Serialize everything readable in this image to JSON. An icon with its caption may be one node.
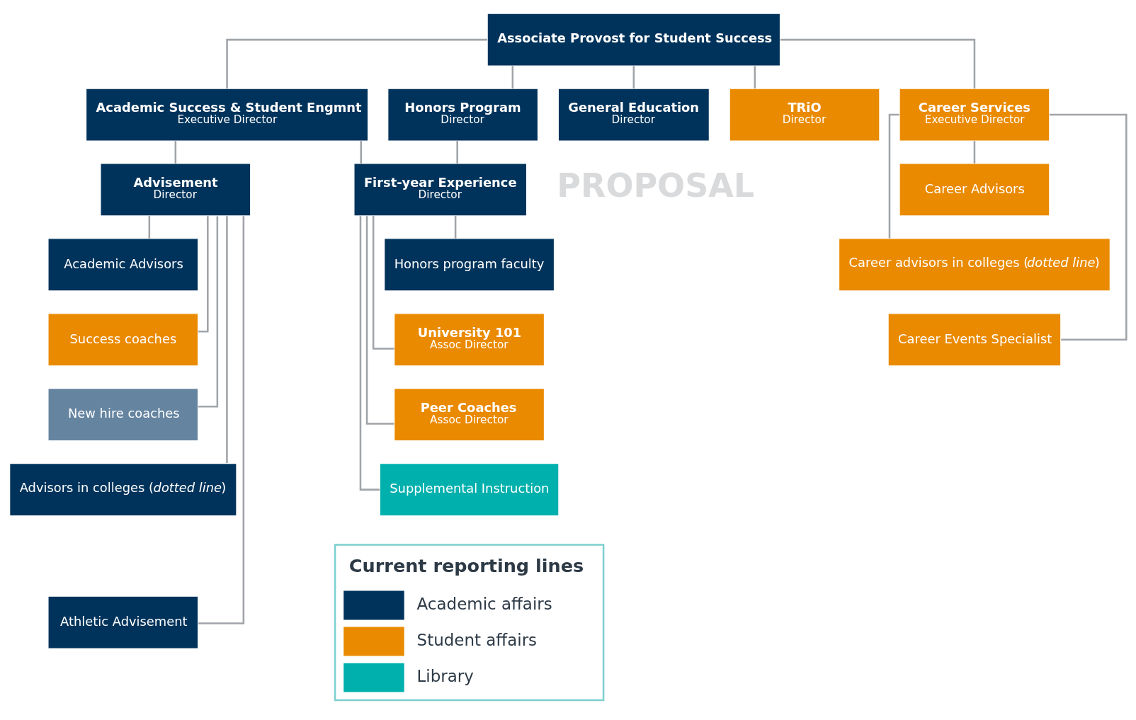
{
  "diagram": {
    "nodes": [
      {
        "text": [
          "Associate Provost for Student Success"
        ]
      },
      {
        "text": [
          "Academic Success & Student Engmnt",
          "Executive Director"
        ]
      },
      {
        "text": [
          "Honors Program",
          "Director"
        ]
      },
      {
        "text": [
          "General Education",
          "Director"
        ]
      },
      {
        "text": [
          "TRiO",
          "Director"
        ]
      },
      {
        "text": [
          "Career Services",
          "Executive Director"
        ]
      },
      {
        "text": [
          "Advisement",
          "Director"
        ]
      },
      {
        "text": [
          "First-year Experience",
          "Director"
        ]
      },
      {
        "text": [
          "Honors program faculty"
        ]
      },
      {
        "text": [
          "Academic Advisors"
        ]
      },
      {
        "text": [
          "Success coaches"
        ]
      },
      {
        "text": [
          "New hire coaches"
        ]
      },
      {
        "text": [
          "Advisors in colleges (*dotted line*)"
        ]
      },
      {
        "text": [
          "Athletic Advisement"
        ]
      },
      {
        "text": [
          "University 101",
          "Assoc Director"
        ]
      },
      {
        "text": [
          "Peer Coaches",
          "Assoc Director"
        ]
      },
      {
        "text": [
          "Supplemental Instruction"
        ]
      },
      {
        "text": [
          "Career Advisors"
        ]
      },
      {
        "text": [
          "Career advisors in colleges (*dotted line*)"
        ]
      },
      {
        "text": [
          "Career Events Specialist"
        ]
      }
    ],
    "edges": [
      {
        "from": 0,
        "to": 1,
        "arrow": "none"
      },
      {
        "from": 0,
        "to": 2,
        "arrow": "none"
      },
      {
        "from": 0,
        "to": 3,
        "arrow": "none"
      },
      {
        "from": 0,
        "to": 4,
        "arrow": "none"
      },
      {
        "from": 0,
        "to": 5,
        "arrow": "none"
      },
      {
        "from": 1,
        "to": 6,
        "arrow": "none"
      },
      {
        "from": 1,
        "to": 7,
        "arrow": "none"
      },
      {
        "from": 2,
        "to": 7,
        "arrow": "none"
      },
      {
        "from": 7,
        "to": 8,
        "arrow": "none"
      },
      {
        "from": 6,
        "to": 9,
        "arrow": "none"
      },
      {
        "from": 6,
        "to": 10,
        "arrow": "none"
      },
      {
        "from": 6,
        "to": 11,
        "arrow": "none"
      },
      {
        "from": 6,
        "to": 12,
        "arrow": "none"
      },
      {
        "from": 6,
        "to": 13,
        "arrow": "none"
      },
      {
        "from": 7,
        "to": 14,
        "arrow": "none"
      },
      {
        "from": 7,
        "to": 15,
        "arrow": "none"
      },
      {
        "from": 7,
        "to": 16,
        "arrow": "none"
      },
      {
        "from": 5,
        "to": 17,
        "arrow": "none"
      },
      {
        "from": 5,
        "to": 18,
        "arrow": "none"
      },
      {
        "from": 5,
        "to": 19,
        "arrow": "none"
      }
    ],
    "labels": [
      "PROPOSAL",
      "Current reporting lines"
    ],
    "legend": [
      {
        "text": "Academic affairs",
        "color": "#00335b"
      },
      {
        "text": "Student affairs",
        "color": "#ea8a00"
      },
      {
        "text": "Library",
        "color": "#00b0ad"
      }
    ]
  }
}
